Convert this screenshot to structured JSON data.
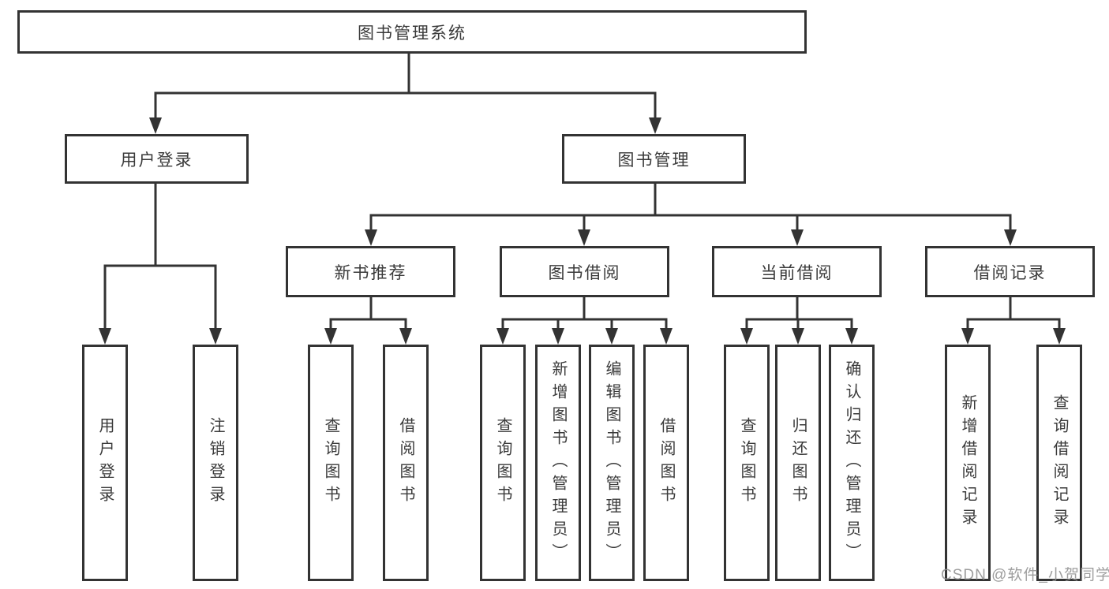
{
  "diagram": {
    "type": "hierarchy-tree",
    "title": "图书管理系统",
    "watermark": "CSDN @软件_小贺同学",
    "colors": {
      "line": "#333333",
      "box_border": "#333333",
      "box_fill": "#ffffff",
      "text": "#3a3a3a",
      "background": "#ffffff",
      "watermark": "#919191"
    },
    "tree": {
      "root": {
        "label": "图书管理系统"
      },
      "level2": [
        {
          "label": "用户登录",
          "parent": "图书管理系统"
        },
        {
          "label": "图书管理",
          "parent": "图书管理系统"
        }
      ],
      "level3": [
        {
          "label": "新书推荐",
          "parent": "图书管理"
        },
        {
          "label": "图书借阅",
          "parent": "图书管理"
        },
        {
          "label": "当前借阅",
          "parent": "图书管理"
        },
        {
          "label": "借阅记录",
          "parent": "图书管理"
        }
      ],
      "leaves": [
        {
          "label": "用户登录",
          "parent": "用户登录"
        },
        {
          "label": "注销登录",
          "parent": "用户登录"
        },
        {
          "label": "查询图书",
          "parent": "新书推荐"
        },
        {
          "label": "借阅图书",
          "parent": "新书推荐"
        },
        {
          "label": "查询图书",
          "parent": "图书借阅"
        },
        {
          "label": "新增图书（管理员）",
          "parent": "图书借阅"
        },
        {
          "label": "编辑图书（管理员）",
          "parent": "图书借阅"
        },
        {
          "label": "借阅图书",
          "parent": "图书借阅"
        },
        {
          "label": "查询图书",
          "parent": "当前借阅"
        },
        {
          "label": "归还图书",
          "parent": "当前借阅"
        },
        {
          "label": "确认归还（管理员）",
          "parent": "当前借阅"
        },
        {
          "label": "新增借阅记录",
          "parent": "借阅记录"
        },
        {
          "label": "查询借阅记录",
          "parent": "借阅记录"
        }
      ]
    }
  }
}
